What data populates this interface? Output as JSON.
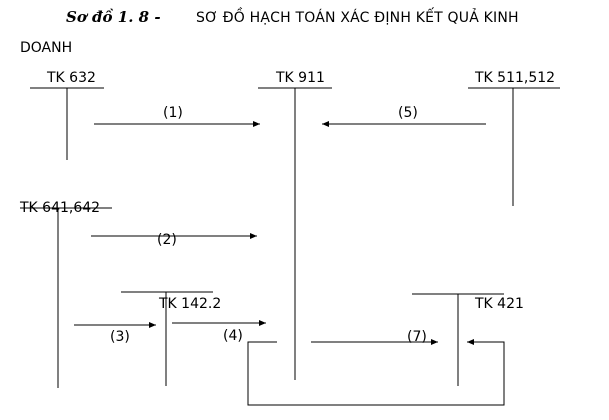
{
  "title": {
    "figure_label": "Sơ đồ 1. 8 -",
    "text": "SƠ ĐỒ HẠCH TOÁN XÁC ĐỊNH  KẾT QUẢ KINH",
    "text_line2": "DOANH"
  },
  "accounts": {
    "tk632": "TK 632",
    "tk911": "TK 911",
    "tk511": "TK 511,512",
    "tk641": "TK 641,642",
    "tk1422": "TK 142.2",
    "tk421": "TK 421"
  },
  "arrows": {
    "a1": "(1)",
    "a2": "(2)",
    "a3": "(3)",
    "a4": "(4)",
    "a5": "(5)",
    "a7": "(7)"
  }
}
